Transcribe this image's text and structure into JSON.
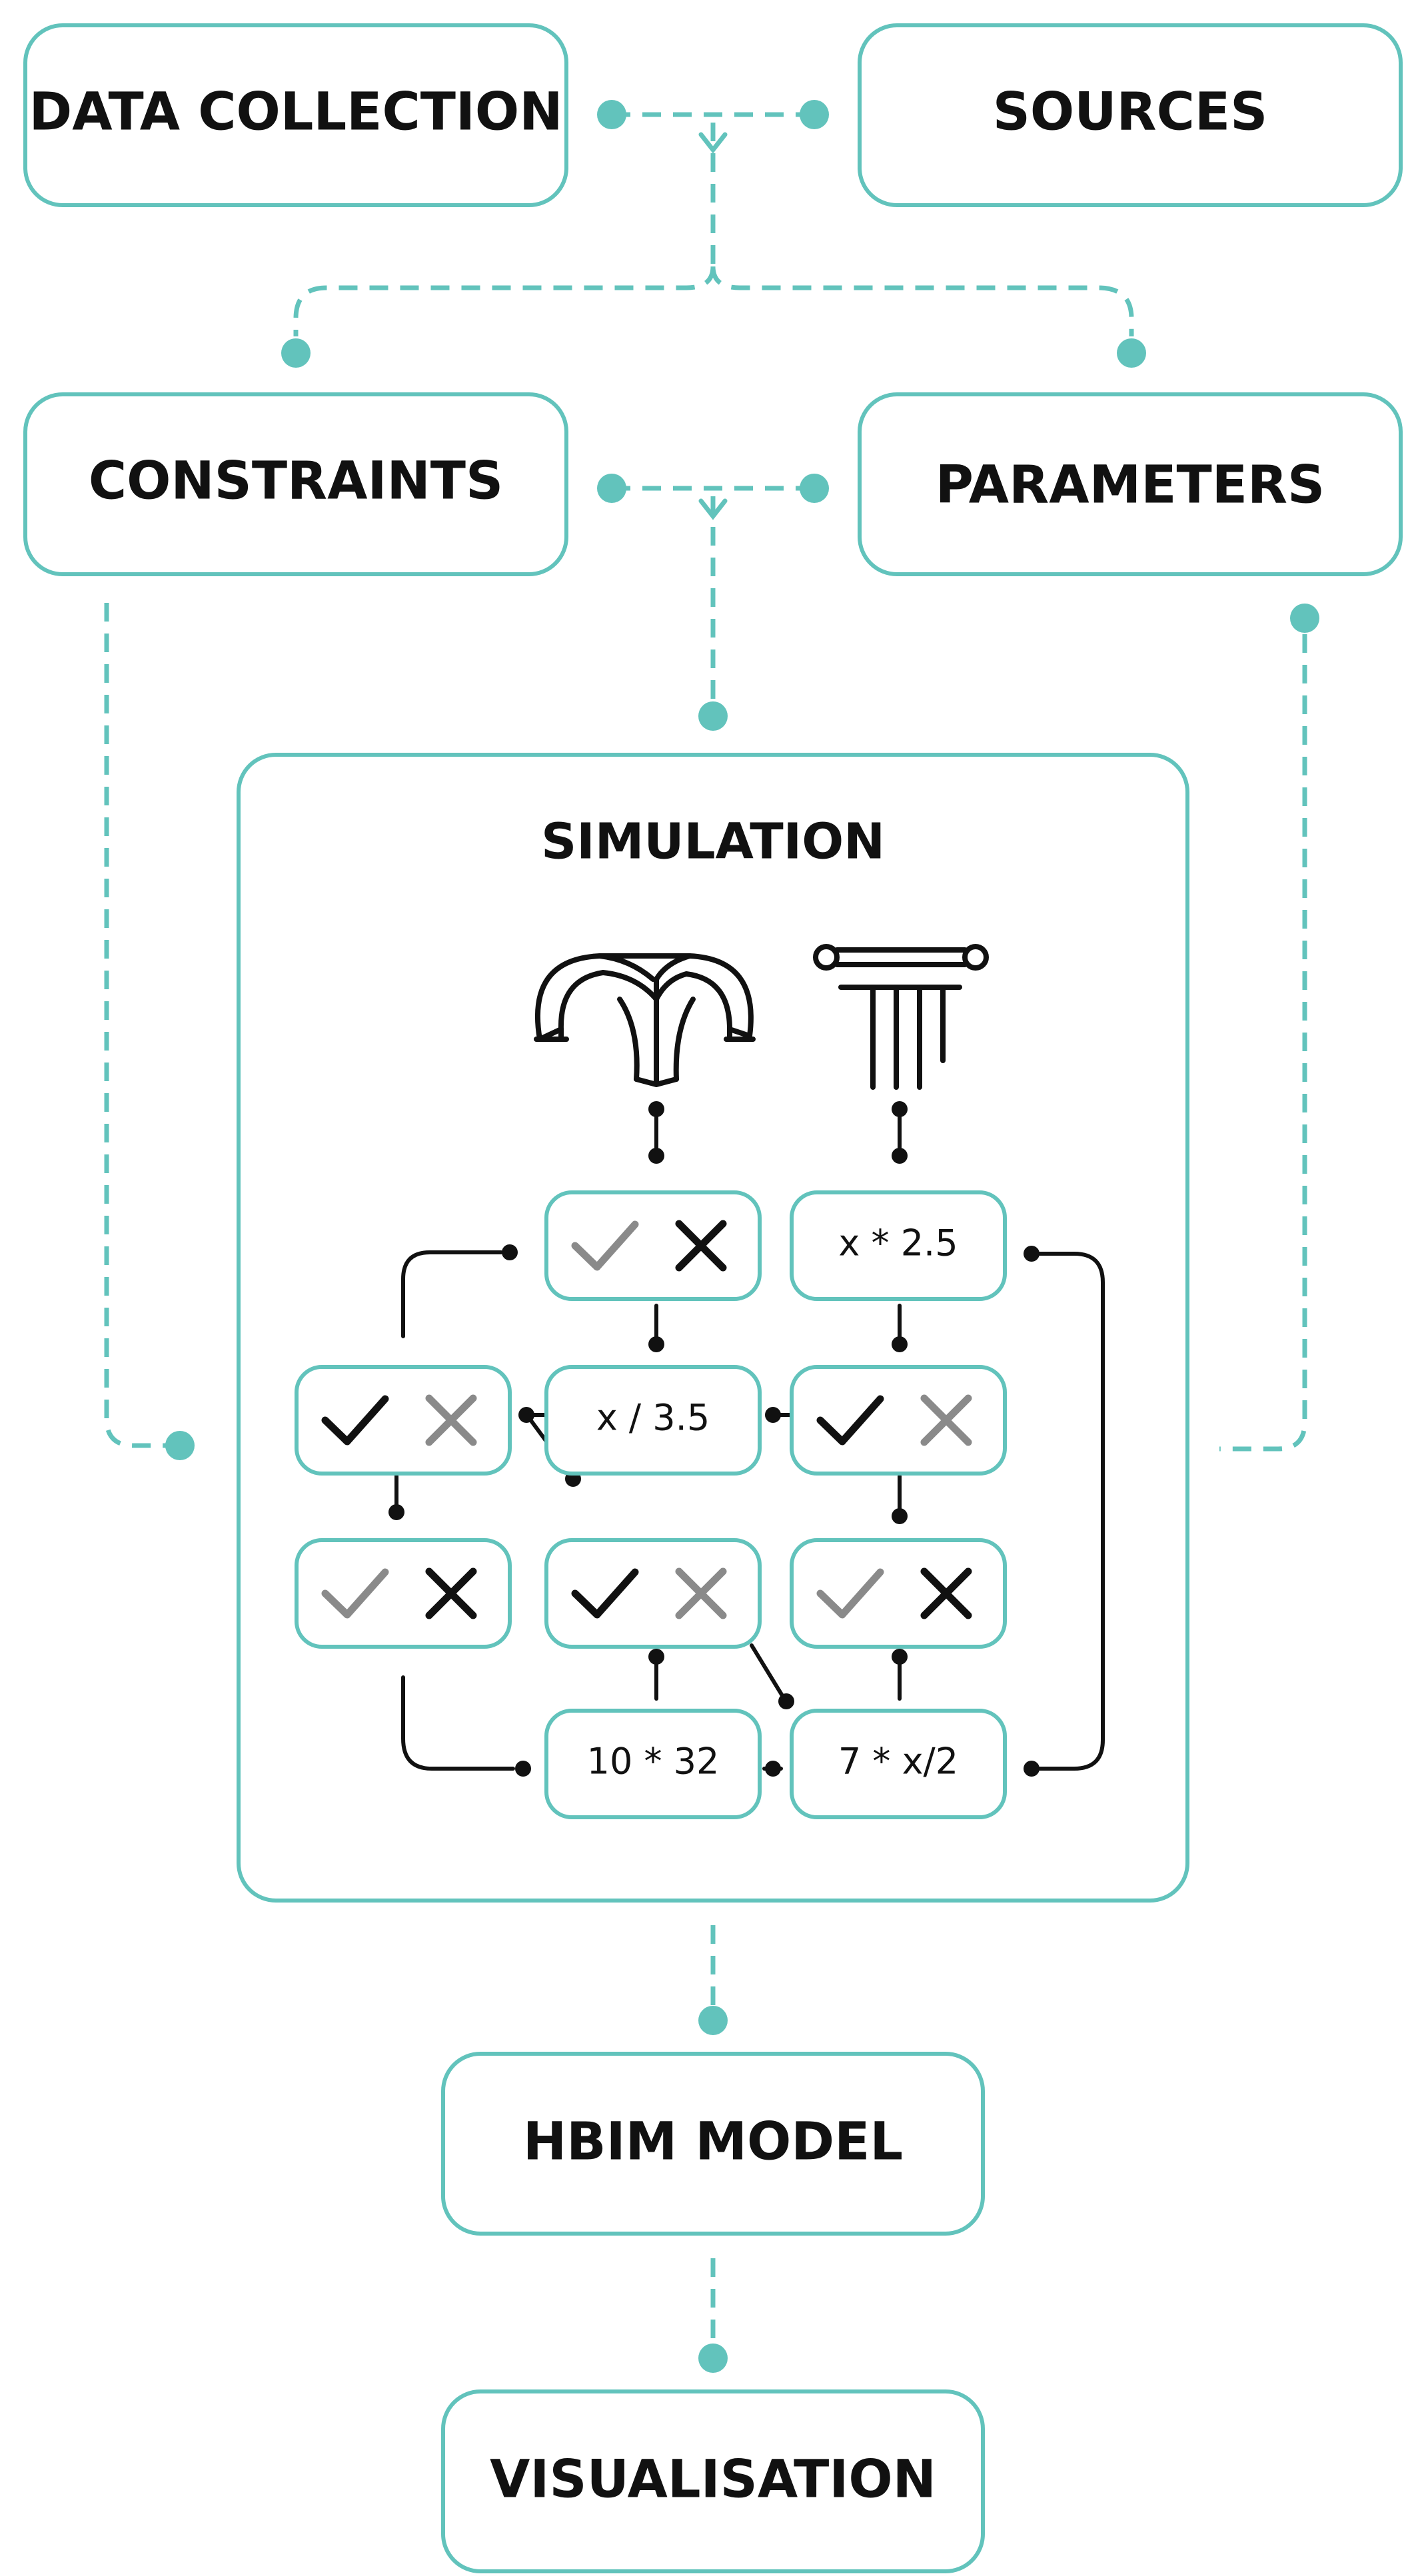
{
  "colors": {
    "teal": "#62c3bc",
    "dark": "#111111",
    "gray": "#8a8a8a"
  },
  "boxes": {
    "data_collection": "DATA COLLECTION",
    "sources": "SOURCES",
    "constraints": "CONSTRAINTS",
    "parameters": "PARAMETERS",
    "hbim_model": "HBIM MODEL",
    "visualisation": "VISUALISATION"
  },
  "simulation": {
    "title": "SIMULATION",
    "icons": [
      "vault-icon",
      "column-icon"
    ],
    "nodes": {
      "n1": {
        "type": "check",
        "active": "cross"
      },
      "n2": {
        "type": "expression",
        "text": "x * 2.5"
      },
      "n3": {
        "type": "check",
        "active": "check"
      },
      "n4": {
        "type": "expression",
        "text": "x / 3.5"
      },
      "n5": {
        "type": "check",
        "active": "check"
      },
      "n6": {
        "type": "check",
        "active": "cross"
      },
      "n7": {
        "type": "check",
        "active": "check"
      },
      "n8": {
        "type": "check",
        "active": "cross"
      },
      "n9": {
        "type": "expression",
        "text": "10 * 32"
      },
      "n10": {
        "type": "expression",
        "text": "7 * x/2"
      }
    }
  }
}
